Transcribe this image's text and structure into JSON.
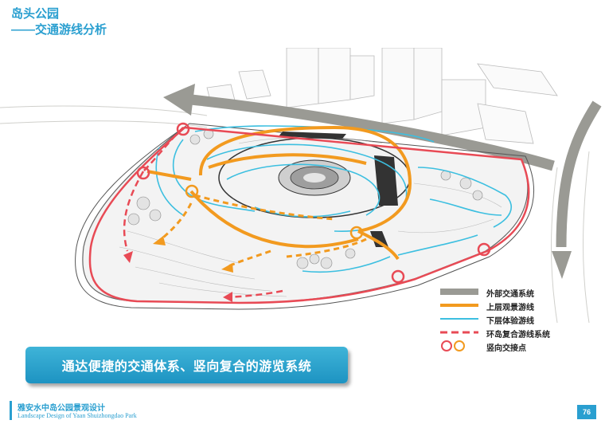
{
  "header": {
    "title": "岛头公园",
    "subtitle": "——交通游线分析"
  },
  "legend": [
    {
      "label": "外部交通系统",
      "color": "#9a9a94",
      "style": "thick-band"
    },
    {
      "label": "上层观景游线",
      "color": "#f29a1f",
      "style": "solid"
    },
    {
      "label": "下层体验游线",
      "color": "#3cbfe0",
      "style": "thin"
    },
    {
      "label": "环岛复合游线系统",
      "color": "#e84a55",
      "style": "dashed"
    },
    {
      "label": "竖向交接点",
      "color": "#e84a55",
      "style": "circles"
    }
  ],
  "banner": {
    "text": "通达便捷的交通体系、竖向复合的游览系统"
  },
  "footer": {
    "project_cn": "雅安水中岛公园景观设计",
    "project_en": "Landscape Design of Yaan Shuizhongdao Park",
    "page": "76"
  },
  "colors": {
    "accent": "#2a9fd0",
    "orange": "#f29a1f",
    "cyan": "#3cbfe0",
    "red": "#e84a55",
    "grey": "#9a9a94"
  }
}
